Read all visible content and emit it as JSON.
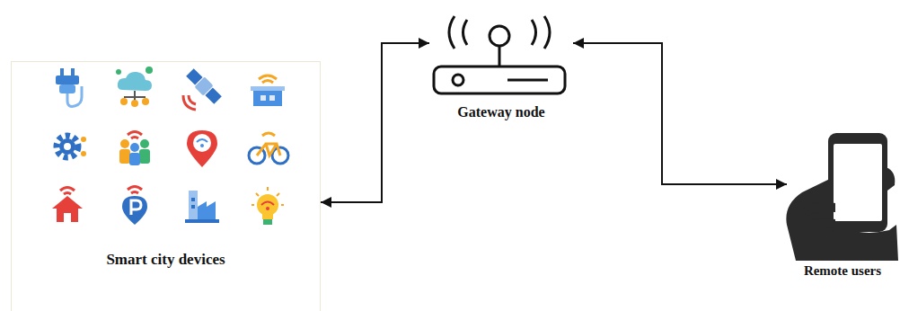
{
  "diagram": {
    "nodes": [
      {
        "text": [
          "Smart city devices"
        ]
      },
      {
        "text": [
          "Gateway node"
        ]
      },
      {
        "text": [
          "Remote users"
        ]
      }
    ],
    "edges": [
      {
        "from": 0,
        "to": 1,
        "arrow": "both"
      },
      {
        "from": 1,
        "to": 2,
        "arrow": "both"
      }
    ]
  }
}
